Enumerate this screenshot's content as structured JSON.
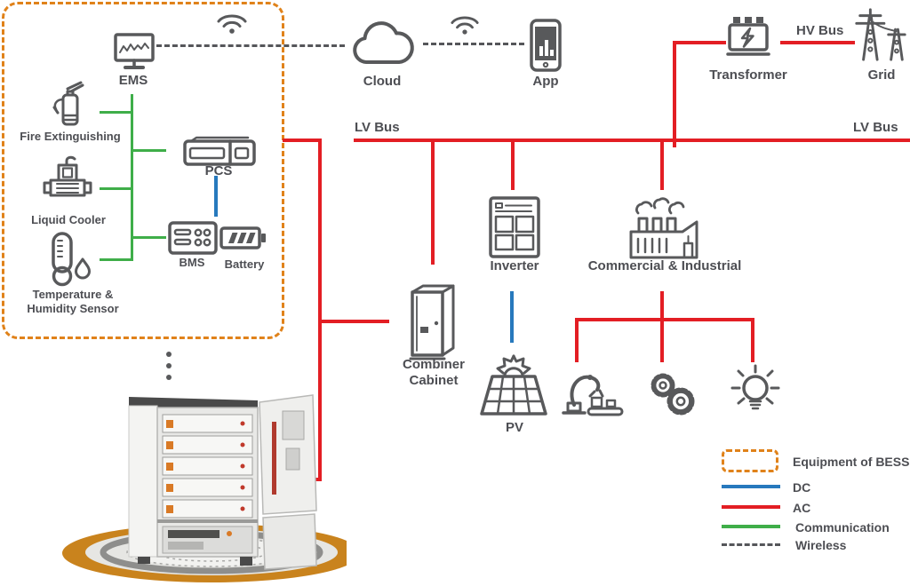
{
  "colors": {
    "ac_line": "#E31E24",
    "dc_line": "#2779BD",
    "communication_line": "#3FAE49",
    "wireless_line": "#55565A",
    "bess_border": "#E0821A",
    "icon": "#58595B"
  },
  "bess_group": {
    "ems": "EMS",
    "fire_extinguishing": "Fire Extinguishing",
    "liquid_cooler": "Liquid Cooler",
    "temperature_humidity": "Temperature & Humidity Sensor",
    "pcs": "PCS",
    "bms": "BMS",
    "battery": "Battery"
  },
  "cloud_section": {
    "cloud": "Cloud",
    "app": "App"
  },
  "grid_section": {
    "transformer": "Transformer",
    "hv_bus": "HV Bus",
    "grid": "Grid",
    "lv_bus_left": "LV Bus",
    "lv_bus_right": "LV Bus"
  },
  "plant_section": {
    "inverter": "Inverter",
    "commercial_industrial": "Commercial & Industrial",
    "combiner_cabinet": "Combiner Cabinet",
    "pv": "PV"
  },
  "legend": {
    "equipment": "Equipment of BESS",
    "dc": "DC",
    "ac": "AC",
    "communication": "Communication",
    "wireless": "Wireless"
  }
}
